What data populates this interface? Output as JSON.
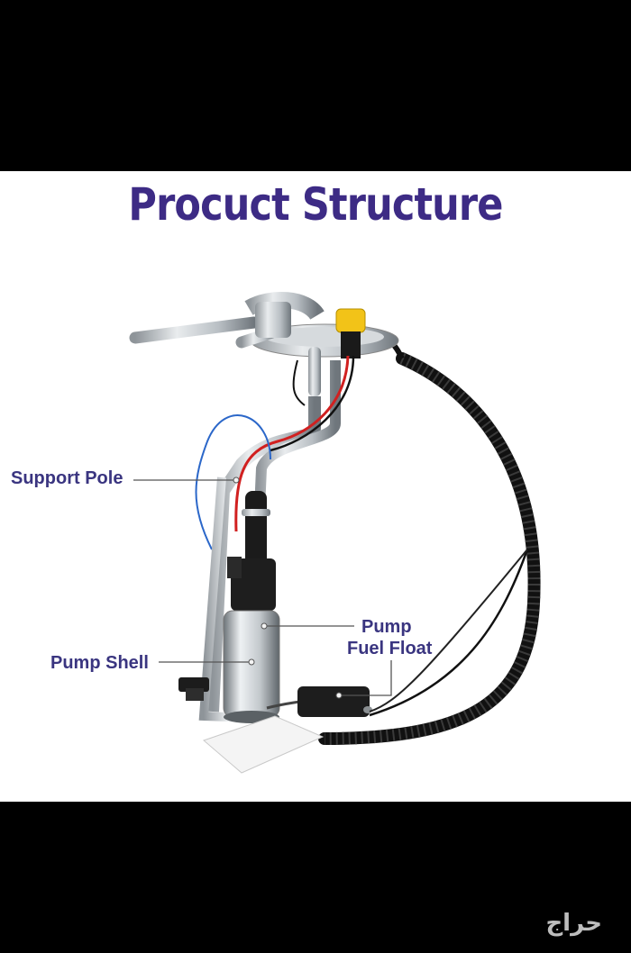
{
  "title": "Procuct Structure",
  "labels": {
    "support_pole": "Support Pole",
    "pump": "Pump",
    "fuel_float": "Fuel Float",
    "pump_shell": "Pump Shell"
  },
  "watermark": "حراج",
  "colors": {
    "title": "#3d2b85",
    "labels": "#3a3580",
    "background": "#000000",
    "panel": "#ffffff"
  }
}
